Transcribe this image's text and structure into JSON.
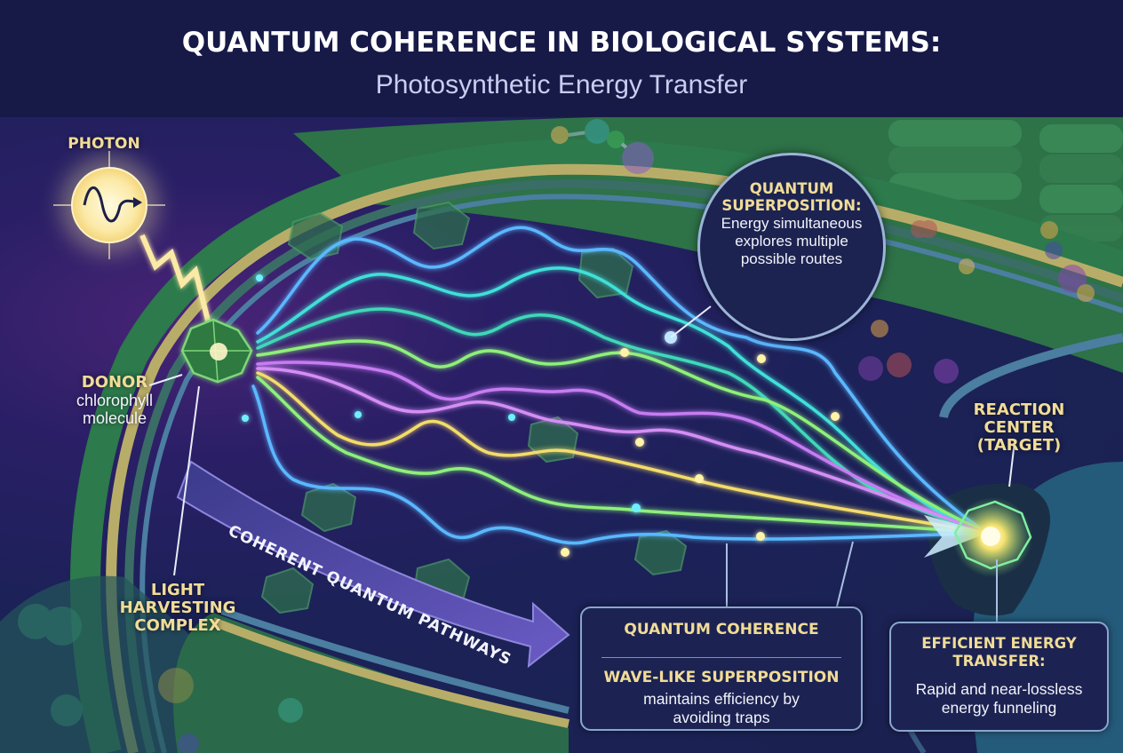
{
  "header": {
    "title": "QUANTUM COHERENCE IN BIOLOGICAL SYSTEMS:",
    "subtitle": "Photosynthetic Energy Transfer"
  },
  "labels": {
    "photon": "PHOTON",
    "donor": {
      "heading": "DONOR",
      "line1": "chlorophyll",
      "line2": "molecule"
    },
    "light_harvesting": {
      "line1": "LIGHT",
      "line2": "HARVESTING",
      "line3": "COMPLEX"
    },
    "reaction_center": {
      "line1": "REACTION",
      "line2": "CENTER",
      "line3": "(TARGET)"
    },
    "pathway_arrow": "COHERENT QUANTUM PATHWAYS"
  },
  "callouts": {
    "superposition": {
      "heading1": "QUANTUM",
      "heading2": "SUPERPOSITION:",
      "line1": "Energy simultaneous",
      "line2": "explores multiple",
      "line3": "possible routes"
    },
    "coherence": {
      "heading": "QUANTUM COHERENCE",
      "subheading": "WAVE-LIKE SUPERPOSITION",
      "line1": "maintains efficiency by",
      "line2": "avoiding traps"
    },
    "efficiency": {
      "heading1": "EFFICIENT ENERGY",
      "heading2": "TRANSFER:",
      "line1": "Rapid and near-lossless",
      "line2": "energy funneling"
    }
  },
  "colors": {
    "background": "#1a1f4d",
    "heading_gold": "#f1dc98",
    "membrane_green": "#2f7a4a",
    "membrane_gold": "#b9b06a",
    "membrane_blue": "#4f7fa0",
    "pathway_blue": "#5ab8ff",
    "pathway_cyan": "#3fe0d8",
    "pathway_green": "#8ef07a",
    "pathway_violet": "#c77cf2",
    "pathway_yellow": "#f3dc6a",
    "arrow_purple": "#5b4fb0"
  }
}
